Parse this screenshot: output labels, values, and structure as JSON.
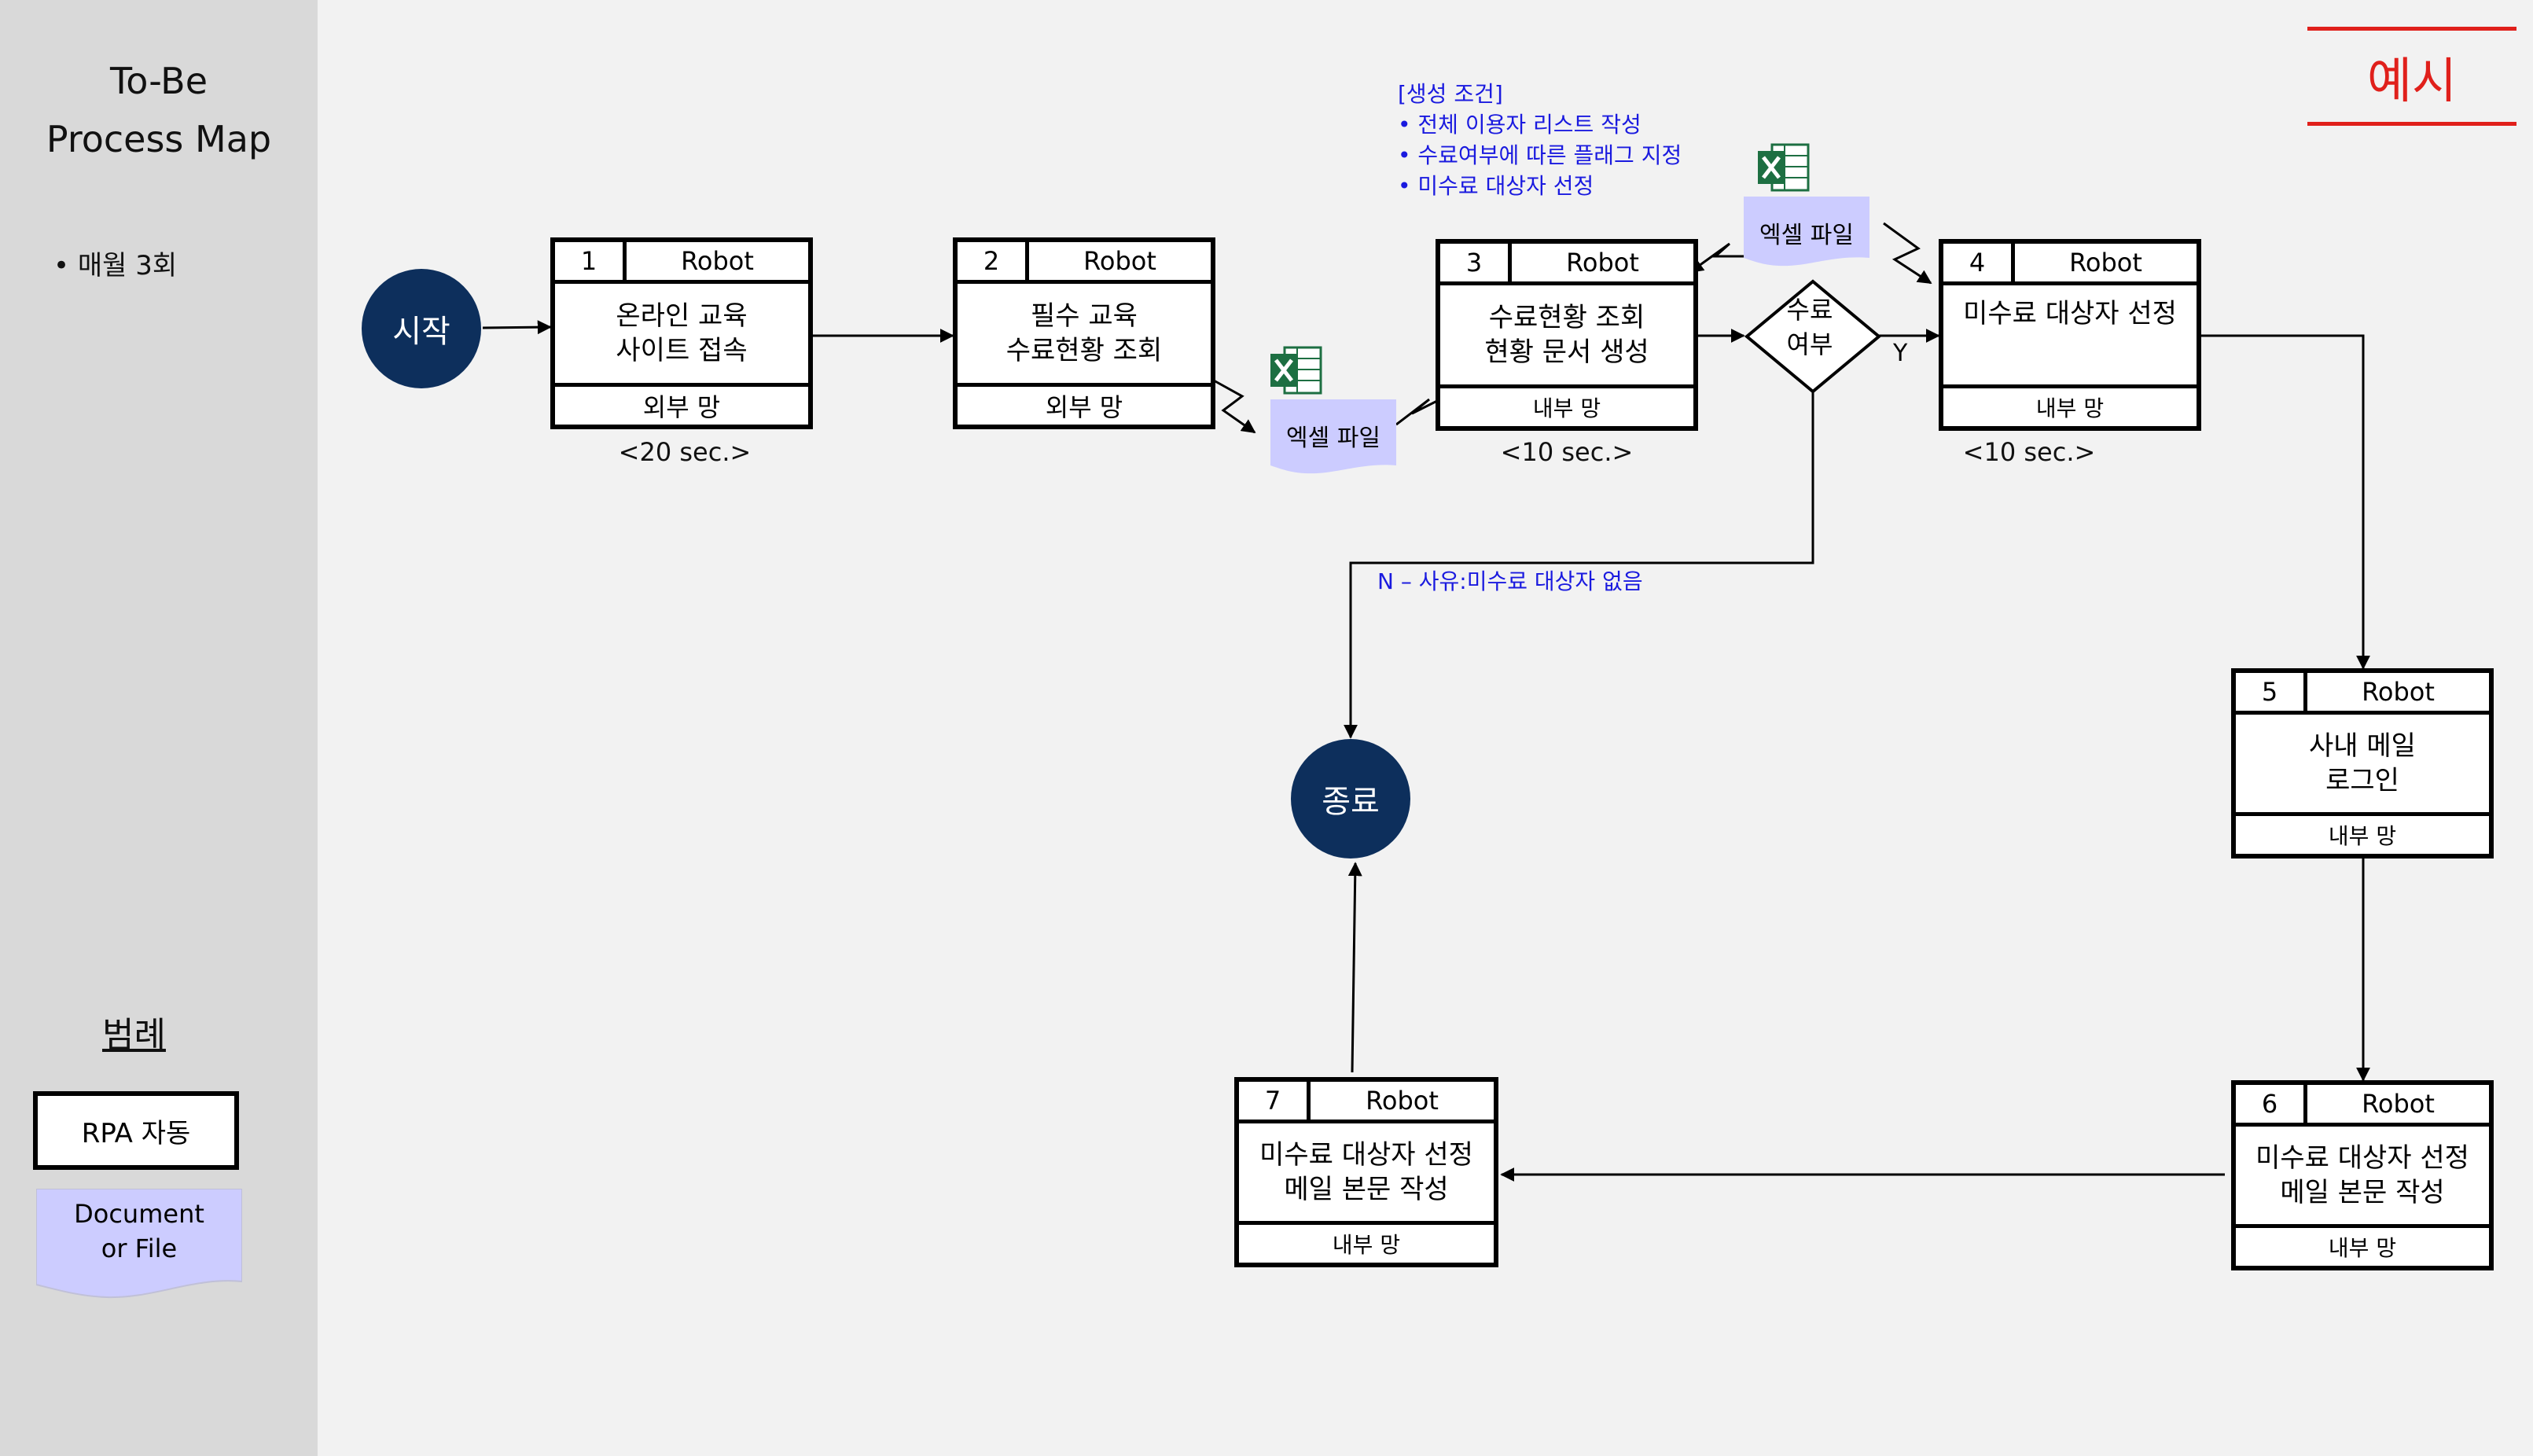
{
  "sidebar": {
    "title_line1": "To-Be",
    "title_line2": "Process Map",
    "frequency": "• 매월 3회",
    "legend_title": "범례",
    "legend_rpa": "RPA 자동",
    "legend_doc": "Document\nor File"
  },
  "example_label": "예시",
  "start_label": "시작",
  "end_label": "종료",
  "steps": [
    {
      "num": "1",
      "role": "Robot",
      "text": "온라인 교육\n사이트 접속",
      "network": "외부 망",
      "time": "<20 sec.>"
    },
    {
      "num": "2",
      "role": "Robot",
      "text": "필수 교육\n수료현황 조회",
      "network": "외부 망"
    },
    {
      "num": "3",
      "role": "Robot",
      "text": "수료현황 조회\n현황 문서 생성",
      "network": "내부 망",
      "time": "<10 sec.>"
    },
    {
      "num": "4",
      "role": "Robot",
      "text": "미수료 대상자 선정",
      "network": "내부 망",
      "time": "<10 sec.>"
    },
    {
      "num": "5",
      "role": "Robot",
      "text": "사내 메일\n로그인",
      "network": "내부 망"
    },
    {
      "num": "6",
      "role": "Robot",
      "text": "미수료 대상자 선정\n메일 본문 작성",
      "network": "내부 망"
    },
    {
      "num": "7",
      "role": "Robot",
      "text": "미수료 대상자 선정\n메일 본문 작성",
      "network": "내부 망"
    }
  ],
  "decision": {
    "text": "수료\n여부",
    "yes_label": "Y",
    "no_label": "N – 사유:미수료 대상자 없음"
  },
  "documents": [
    "엑셀 파일",
    "엑셀 파일"
  ],
  "conditions": {
    "title": "[생성 조건]",
    "items": [
      "• 전체 이용자 리스트 작성",
      "• 수료여부에 따른 플래그 지정",
      "• 미수료 대상자 선정"
    ]
  },
  "colors": {
    "circle": "#0d2f5c",
    "document": "#ccccff",
    "note": "#1a1adf",
    "example": "#e0201b"
  },
  "icons": [
    "excel-icon"
  ]
}
